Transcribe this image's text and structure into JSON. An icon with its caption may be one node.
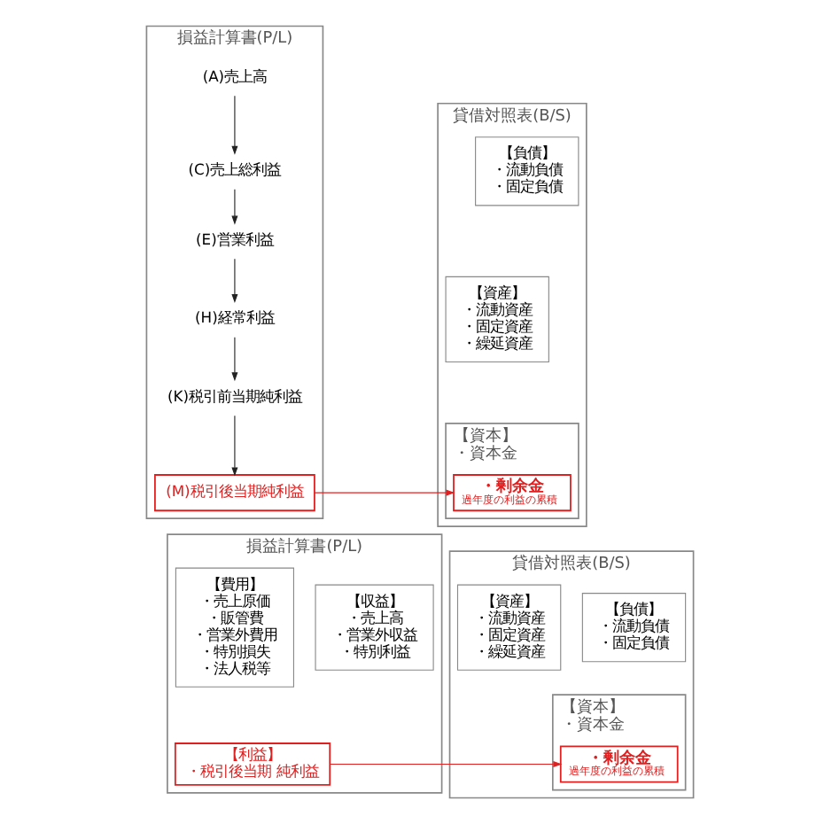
{
  "diagram": {
    "nodes": [
      {
        "text": [
          "損益計算書(P/L)"
        ]
      },
      {
        "text": [
          "(A)売上高"
        ],
        "in": 0
      },
      {
        "text": [
          "(C)売上総利益"
        ],
        "in": 0
      },
      {
        "text": [
          "(E)営業利益"
        ],
        "in": 0
      },
      {
        "text": [
          "(H)経常利益"
        ],
        "in": 0
      },
      {
        "text": [
          "(K)税引前当期純利益"
        ],
        "in": 0
      },
      {
        "text": [
          "(M)税引後当期純利益"
        ],
        "in": 0
      },
      {
        "text": [
          "貸借対照表(B/S)"
        ]
      },
      {
        "text": [
          "【負債】",
          "・流動負債",
          "・固定負債"
        ],
        "in": 7
      },
      {
        "text": [
          "【資本】",
          "・資本金"
        ],
        "in": 7
      },
      {
        "text": [
          "・剰余金",
          "過年度の利益の累積"
        ],
        "in": 9
      },
      {
        "text": [
          "【資産】",
          "・流動資産",
          "・固定資産",
          "・繰延資産"
        ],
        "in": 7
      },
      {
        "text": [
          "損益計算書(P/L)"
        ]
      },
      {
        "text": [
          "【収益】",
          "・売上高",
          "・営業外収益",
          "・特別利益"
        ],
        "in": 12
      },
      {
        "text": [
          "【費用】",
          "・売上原価",
          "・販管費",
          "・営業外費用",
          "・特別損失",
          "・法人税等"
        ],
        "in": 12
      },
      {
        "text": [
          "【利益】",
          "・税引後当期 純利益"
        ],
        "in": 12
      },
      {
        "text": [
          "貸借対照表(B/S)"
        ]
      },
      {
        "text": [
          "【負債】",
          "・流動負債",
          "・固定負債"
        ],
        "in": 16
      },
      {
        "text": [
          "【資本】",
          "・資本金"
        ],
        "in": 16
      },
      {
        "text": [
          "・剰余金",
          "過年度の利益の累積"
        ],
        "in": 18
      },
      {
        "text": [
          "【資産】",
          "・流動資産",
          "・固定資産",
          "・繰延資産"
        ],
        "in": 16
      }
    ],
    "edges": [
      {
        "from": 1,
        "to": 2,
        "arrow": "to"
      },
      {
        "from": 2,
        "to": 3,
        "arrow": "to"
      },
      {
        "from": 3,
        "to": 4,
        "arrow": "to"
      },
      {
        "from": 4,
        "to": 5,
        "arrow": "to"
      },
      {
        "from": 5,
        "to": 6,
        "arrow": "to"
      },
      {
        "from": 6,
        "to": 10,
        "arrow": "to",
        "color": "#e02020"
      },
      {
        "from": 15,
        "to": 19,
        "arrow": "to",
        "color": "#e02020"
      }
    ]
  }
}
